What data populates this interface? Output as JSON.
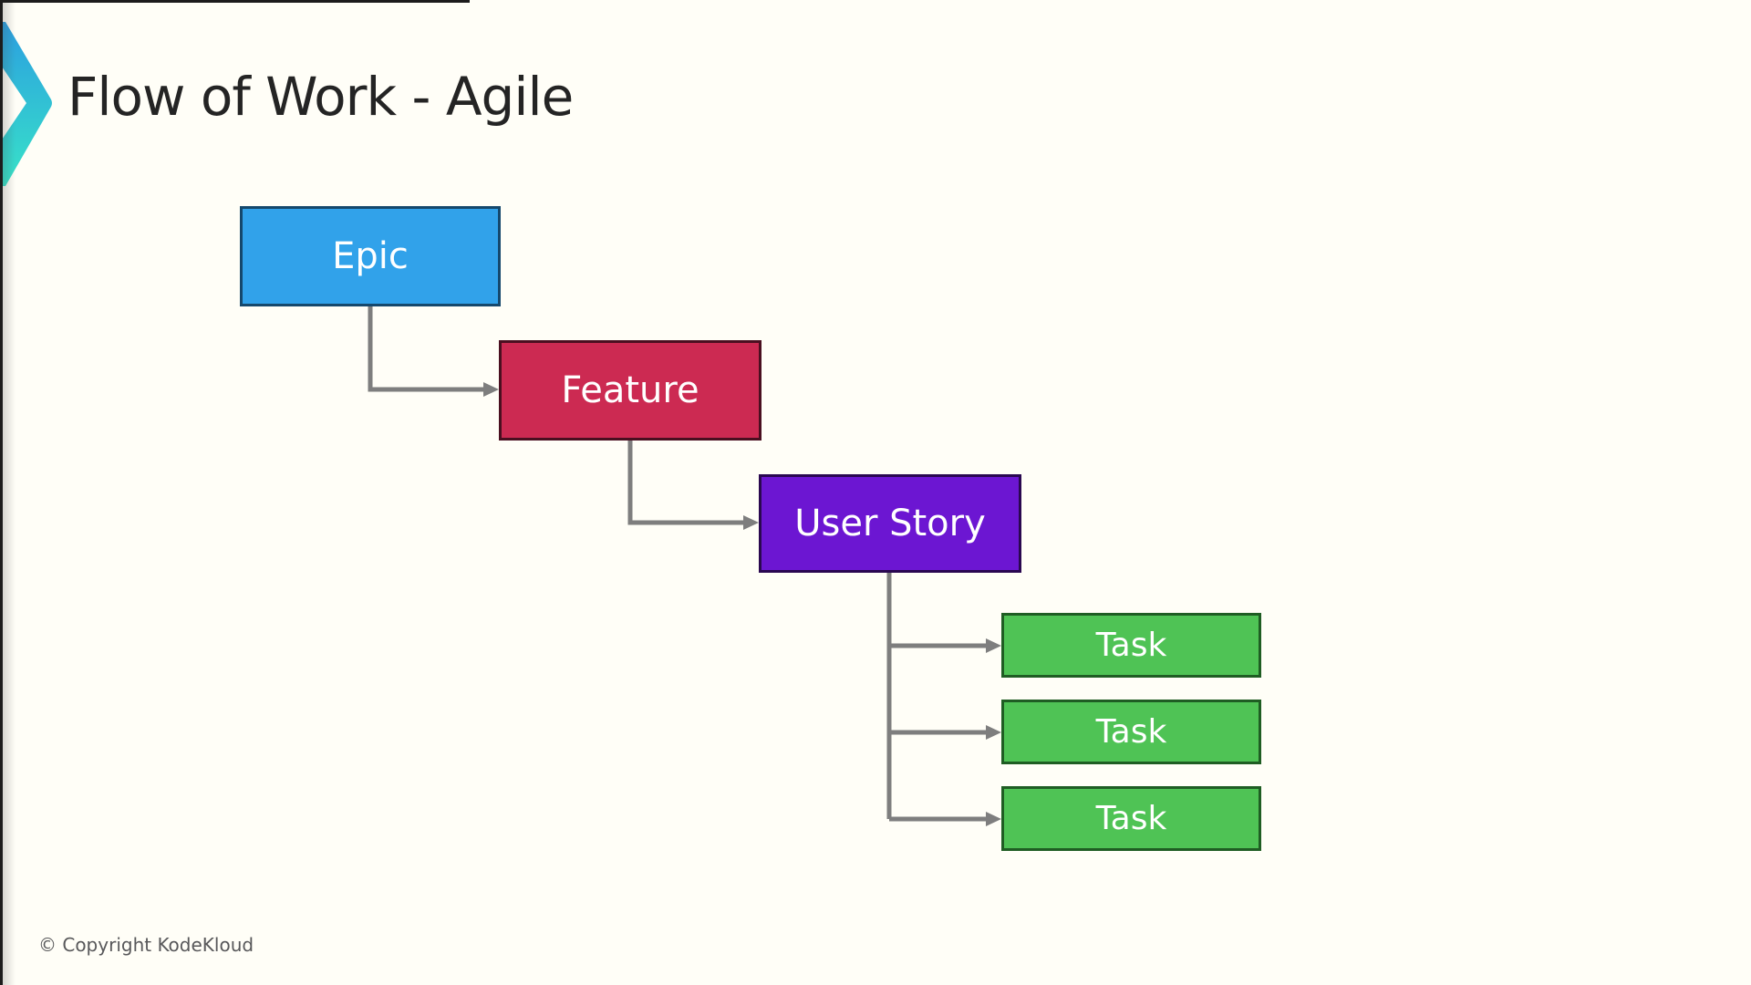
{
  "title": "Flow of Work - Agile",
  "footer": {
    "copyright": "© Copyright KodeKloud"
  },
  "background": "#FFFEF7",
  "logo": {
    "icon": "chevron-right-icon",
    "gradient_top": "#2B9FE0",
    "gradient_bottom": "#38E3C8"
  },
  "diagram": {
    "type": "flowchart",
    "connector_color": "#7E7E7E",
    "nodes": [
      {
        "id": "epic",
        "label": "Epic",
        "fill": "#31A2EA",
        "border": "#15486C"
      },
      {
        "id": "feature",
        "label": "Feature",
        "fill": "#CC2A52",
        "border": "#4A0F20"
      },
      {
        "id": "user-story",
        "label": "User Story",
        "fill": "#6C16D2",
        "border": "#2A0850"
      },
      {
        "id": "task-1",
        "label": "Task",
        "fill": "#4FC355",
        "border": "#1F5D23"
      },
      {
        "id": "task-2",
        "label": "Task",
        "fill": "#4FC355",
        "border": "#1F5D23"
      },
      {
        "id": "task-3",
        "label": "Task",
        "fill": "#4FC355",
        "border": "#1F5D23"
      }
    ],
    "edges": [
      {
        "from": "epic",
        "to": "feature"
      },
      {
        "from": "feature",
        "to": "user-story"
      },
      {
        "from": "user-story",
        "to": "task-1"
      },
      {
        "from": "user-story",
        "to": "task-2"
      },
      {
        "from": "user-story",
        "to": "task-3"
      }
    ]
  }
}
